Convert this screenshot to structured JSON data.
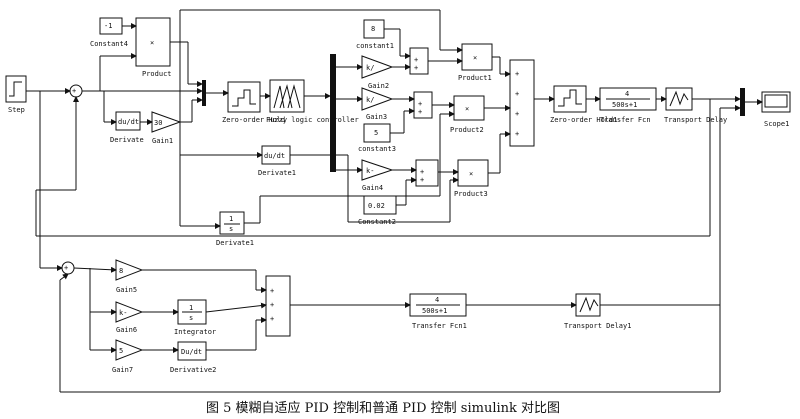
{
  "blocks": {
    "step": {
      "label": "Step"
    },
    "constant4": {
      "value": "-1",
      "label": "Constant4"
    },
    "product": {
      "symbol": "×",
      "label": "Product"
    },
    "derivate": {
      "expr": "du/dt",
      "label": "Derivate"
    },
    "gain1": {
      "value": "30",
      "label": "Gain1"
    },
    "hold": {
      "label": "Zero-order Hold"
    },
    "fuzzy": {
      "label": "Fuzzy logic controller"
    },
    "derivate1": {
      "expr": "du/dt",
      "label": "Derivate1"
    },
    "constant1": {
      "value": "8",
      "label": "constant1"
    },
    "gain2": {
      "value": "k/",
      "label": "Gain2"
    },
    "gain3": {
      "value": "k/",
      "label": "Gain3"
    },
    "constant3": {
      "value": "5",
      "label": "constant3"
    },
    "product1": {
      "symbol": "×",
      "label": "Product1"
    },
    "product2": {
      "symbol": "×",
      "label": "Product2"
    },
    "gain4": {
      "value": "k-",
      "label": "Gain4"
    },
    "constant2": {
      "value": "0.02",
      "label": "Constant2"
    },
    "product3": {
      "symbol": "×",
      "label": "Product3"
    },
    "hold1": {
      "label": "Zero-order Hold1"
    },
    "transfer": {
      "num": "4",
      "den": "500s+1",
      "label": "Transfer Fcn"
    },
    "delay": {
      "label": "Transport Delay"
    },
    "scope": {
      "label": "Scope1"
    },
    "integ_top": {
      "num": "1",
      "den": "s",
      "label": "Derivate1"
    },
    "gain5": {
      "value": "8",
      "label": "Gain5"
    },
    "gain6": {
      "value": "k-",
      "label": "Gain6"
    },
    "gain7": {
      "value": "5",
      "label": "Gain7"
    },
    "integrator": {
      "num": "1",
      "den": "s",
      "label": "Integrator"
    },
    "derivative2": {
      "expr": "Du/dt",
      "label": "Derivative2"
    },
    "transfer1": {
      "num": "4",
      "den": "500s+1",
      "label": "Transfer Fcn1"
    },
    "delay1": {
      "label": "Transport Delay1"
    }
  },
  "caption": "图 5   模糊自适应 PID 控制和普通 PID 控制 simulink 对比图"
}
